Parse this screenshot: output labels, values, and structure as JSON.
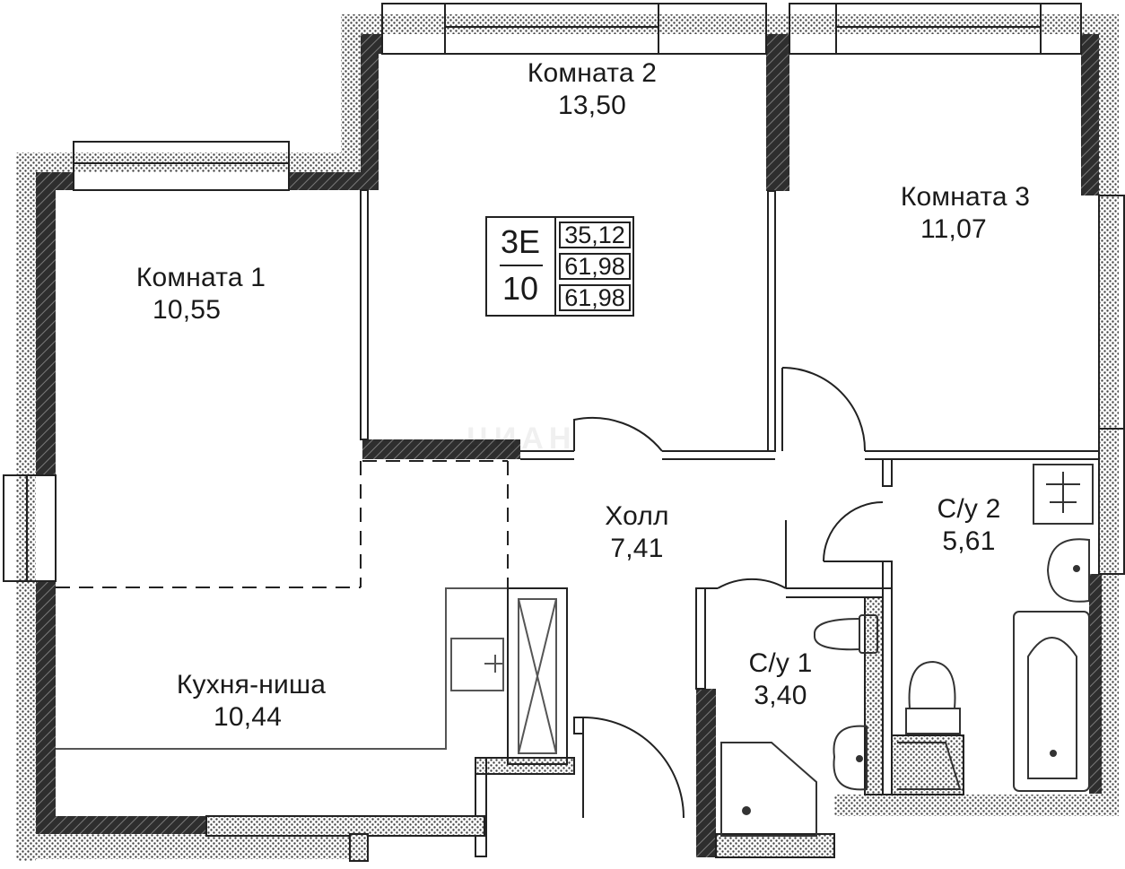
{
  "plan": {
    "rooms": [
      {
        "name": "Комната 1",
        "area": "10,55"
      },
      {
        "name": "Комната 2",
        "area": "13,50"
      },
      {
        "name": "Комната 3",
        "area": "11,07"
      },
      {
        "name": "Холл",
        "area": "7,41"
      },
      {
        "name": "С/у 1",
        "area": "3,40"
      },
      {
        "name": "С/у 2",
        "area": "5,61"
      },
      {
        "name": "Кухня-ниша",
        "area": "10,44"
      }
    ],
    "unit": {
      "type": "3E",
      "floor": "10",
      "areas": [
        "35,12",
        "61,98",
        "61,98"
      ]
    },
    "watermark": "ЦИАН"
  },
  "colors": {
    "wall": "#3a3a3a",
    "line": "#222222",
    "hatch": "#888888"
  }
}
